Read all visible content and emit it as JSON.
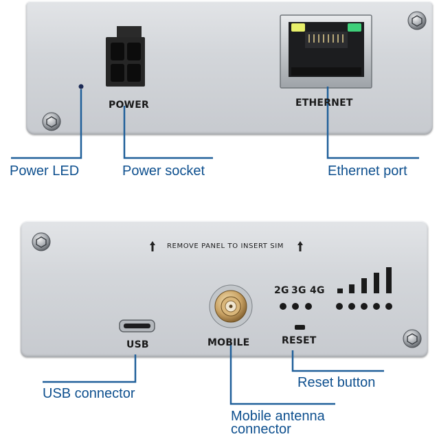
{
  "top_panel": {
    "power_label": "POWER",
    "ethernet_label": "ETHERNET"
  },
  "bottom_panel": {
    "sim_notice": "REMOVE PANEL TO INSERT SIM",
    "network_labels": [
      "2G",
      "3G",
      "4G"
    ],
    "usb_label": "USB",
    "mobile_label": "MOBILE",
    "reset_label": "RESET"
  },
  "callouts": {
    "power_led": "Power LED",
    "power_socket": "Power socket",
    "ethernet_port": "Ethernet port",
    "usb_connector": "USB connector",
    "reset_button": "Reset button",
    "mobile_antenna_line1": "Mobile antenna",
    "mobile_antenna_line2": "connector"
  },
  "colors": {
    "callout_text": "#0d4f8e",
    "callout_line": "#1f5f99",
    "panel": "#d3d6da",
    "ethernet_led_left": "#e8f06a",
    "ethernet_led_right": "#3fd07a",
    "sma_gold": "#c9a264"
  }
}
